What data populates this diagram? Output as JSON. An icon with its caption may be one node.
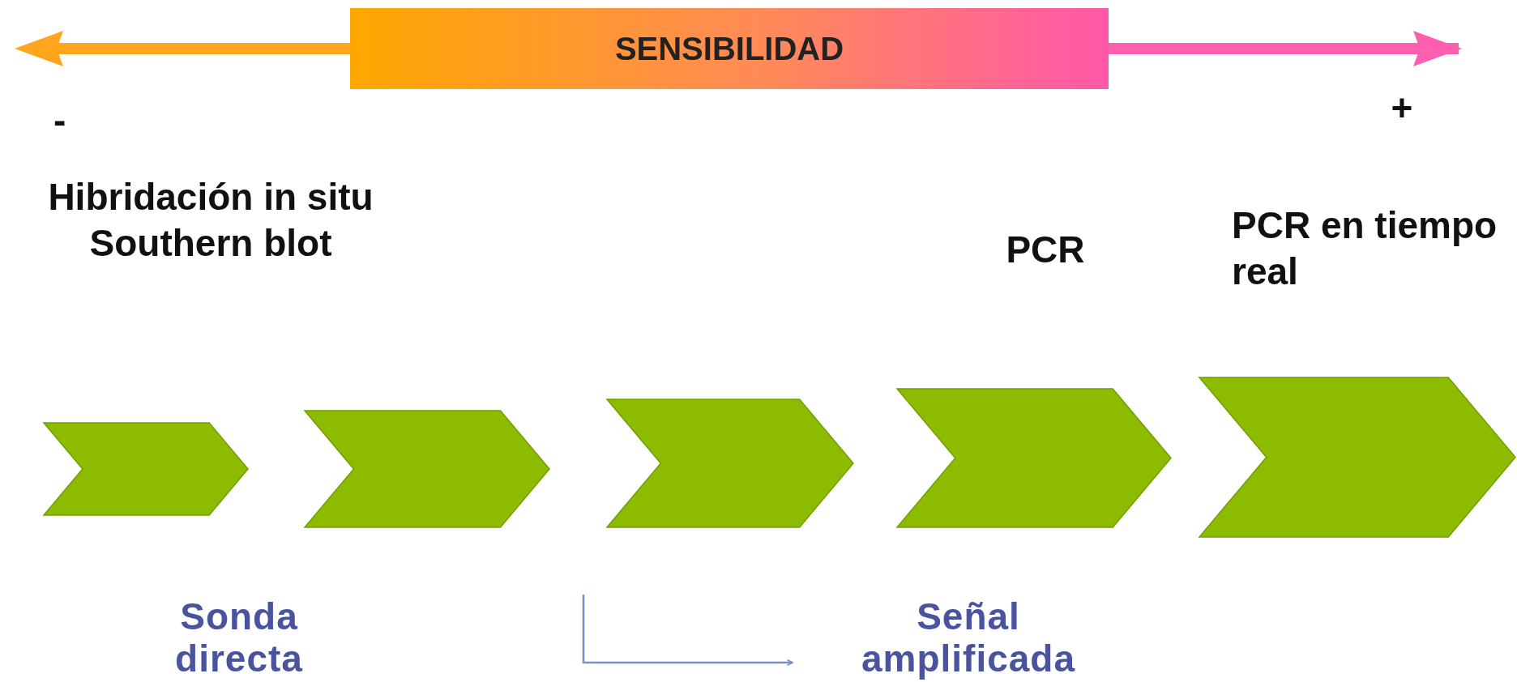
{
  "diagram": {
    "nodes": [
      {
        "text": [
          "SENSIBILIDAD"
        ]
      },
      {
        "text": [],
        "shape": "chevron"
      },
      {
        "text": [],
        "shape": "chevron"
      },
      {
        "text": [],
        "shape": "chevron"
      },
      {
        "text": [],
        "shape": "chevron"
      },
      {
        "text": [],
        "shape": "chevron"
      },
      {
        "text": [
          "Señal amplificada"
        ]
      }
    ],
    "edges": [
      {
        "from": null,
        "to": 6,
        "arrow": "to",
        "color": "#7b8fc4"
      }
    ],
    "labels": [
      "-",
      "+",
      "Hibridación in situ Southern blot",
      "PCR",
      "PCR en tiempo real",
      "Sonda directa"
    ]
  }
}
